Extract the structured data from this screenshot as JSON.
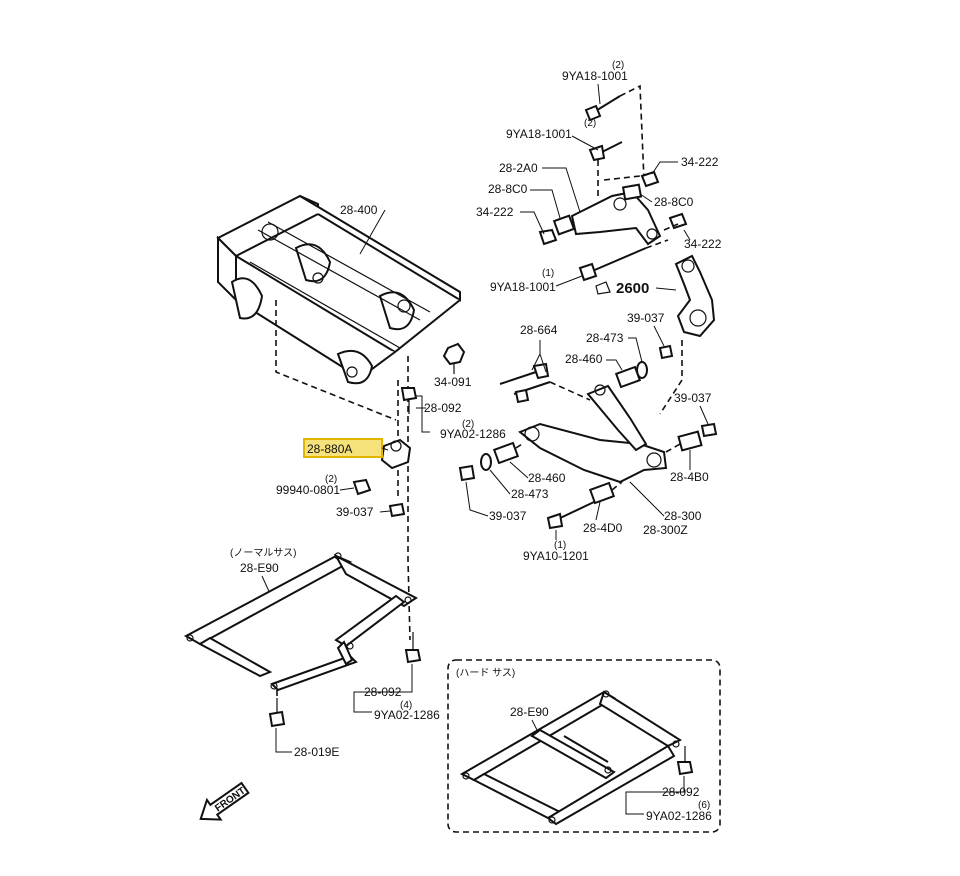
{
  "labels": {
    "p_28400": "28-400",
    "p_34091": "34-091",
    "p_28092_a": "28-092",
    "p_9YA021286_a_qty": "(2)",
    "p_9YA021286_a": "9YA02-1286",
    "p_28880A": "28-880A",
    "p_99940_qty": "(2)",
    "p_99940": "99940-0801",
    "p_39037_a": "39-037",
    "p_9YA181001_a_qty": "(2)",
    "p_9YA181001_a": "9YA18-1001",
    "p_9YA181001_b_qty": "(2)",
    "p_9YA181001_b": "9YA18-1001",
    "p_282A0": "28-2A0",
    "p_288C0_a": "28-8C0",
    "p_34222_a": "34-222",
    "p_34222_b": "34-222",
    "p_288C0_b": "28-8C0",
    "p_34222_c": "34-222",
    "p_9YA181001_c_qty": "(1)",
    "p_9YA181001_c": "9YA18-1001",
    "p_2600": "2600",
    "p_28664": "28-664",
    "p_28473_a": "28-473",
    "p_28460_a": "28-460",
    "p_39037_b": "39-037",
    "p_39037_c": "39-037",
    "p_28460_b": "28-460",
    "p_28473_b": "28-473",
    "p_28480": "28-4B0",
    "p_39037_d": "39-037",
    "p_28300": "28-300",
    "p_28300Z": "28-300Z",
    "p_284D0": "28-4D0",
    "p_9YA101201_qty": "(1)",
    "p_9YA101201": "9YA10-1201",
    "normal_sus": "(ノーマルサス)",
    "p_28E90_a": "28-E90",
    "p_28092_b": "28-092",
    "p_9YA021286_b_qty": "(4)",
    "p_9YA021286_b": "9YA02-1286",
    "p_28019E": "28-019E",
    "hard_sus": "(ハード サス)",
    "p_28E90_b": "28-E90",
    "p_28092_c": "28-092",
    "p_9YA021286_c_qty": "(6)",
    "p_9YA021286_c": "9YA02-1286",
    "front_arrow": "FRONT"
  },
  "colors": {
    "highlight_fill": "#f6e27a",
    "highlight_border": "#e3b400",
    "ink": "#111111"
  }
}
